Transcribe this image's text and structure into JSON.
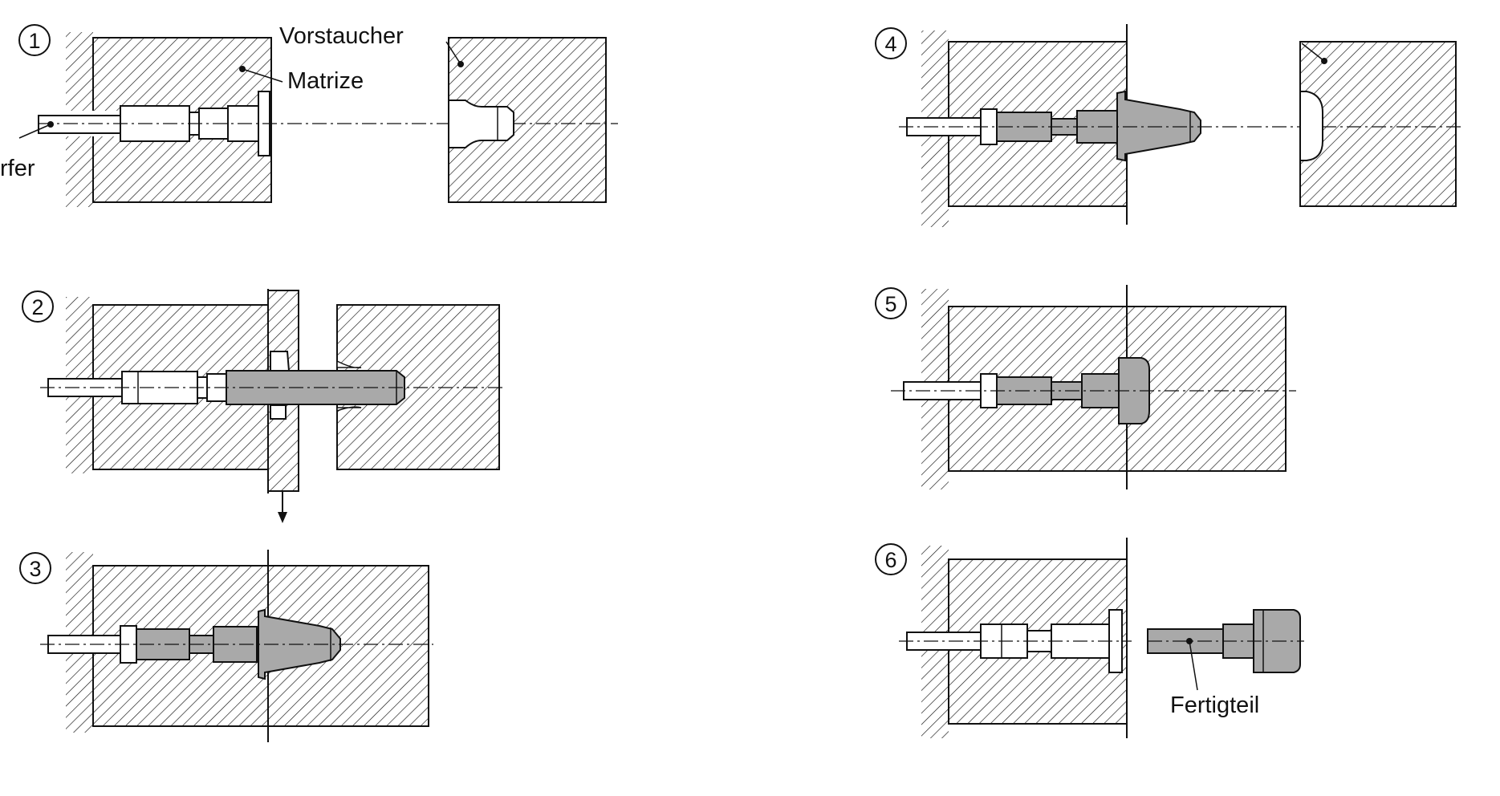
{
  "steps": [
    {
      "number": "1"
    },
    {
      "number": "2"
    },
    {
      "number": "3"
    },
    {
      "number": "4"
    },
    {
      "number": "5"
    },
    {
      "number": "6"
    }
  ],
  "labels": {
    "vorstaucher": "Vorstaucher",
    "matrize": "Matrize",
    "auswerfer_fragment": "rfer",
    "fertigteil": "Fertigteil"
  },
  "colors": {
    "line": "#111111",
    "workpiece_fill": "#a9a9a9",
    "tool_fill": "#ffffff",
    "background": "#ffffff"
  }
}
